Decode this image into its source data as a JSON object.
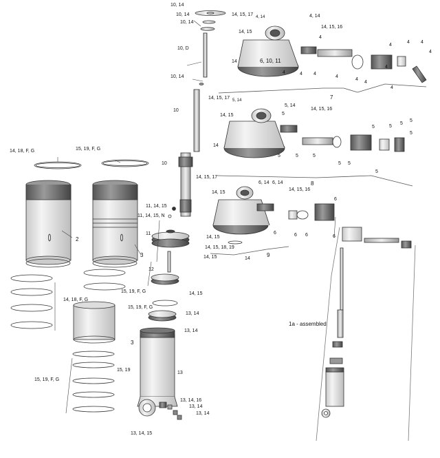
{
  "caption": "1a - assembled",
  "labels": [
    {
      "id": "l1",
      "text": "10, 14"
    },
    {
      "id": "l2",
      "text": "10, 14"
    },
    {
      "id": "l3",
      "text": "10, 14"
    },
    {
      "id": "l4",
      "text": "10, D"
    },
    {
      "id": "l5",
      "text": "10, 14"
    },
    {
      "id": "l6",
      "text": "10"
    },
    {
      "id": "l7",
      "text": "10"
    },
    {
      "id": "l8",
      "text": "11, 14, 15"
    },
    {
      "id": "l9",
      "text": "11, 14, 15, N"
    },
    {
      "id": "l10",
      "text": "11"
    },
    {
      "id": "l11",
      "text": "14, 15"
    },
    {
      "id": "l12",
      "text": "14, 15, 18, 19"
    },
    {
      "id": "l13",
      "text": "14, 15"
    },
    {
      "id": "l14",
      "text": "12"
    },
    {
      "id": "l15",
      "text": "14, 15"
    },
    {
      "id": "l16",
      "text": "13, 14"
    },
    {
      "id": "l17",
      "text": "13, 14"
    },
    {
      "id": "l18",
      "text": "13"
    },
    {
      "id": "l19",
      "text": "13, 14, 16"
    },
    {
      "id": "l20",
      "text": "13, 14"
    },
    {
      "id": "l21",
      "text": "13, 14"
    },
    {
      "id": "l22",
      "text": "13, 14, 15"
    },
    {
      "id": "l23",
      "text": "14, 18, F, G"
    },
    {
      "id": "l24",
      "text": "15, 19, F, G"
    },
    {
      "id": "l25",
      "text": "2"
    },
    {
      "id": "l26",
      "text": "3"
    },
    {
      "id": "l27",
      "text": "14, 18, F, G"
    },
    {
      "id": "l28",
      "text": "15, 19, F, G"
    },
    {
      "id": "l29",
      "text": "15, 19, F, G"
    },
    {
      "id": "l30",
      "text": "3"
    },
    {
      "id": "l31",
      "text": "15, 19"
    },
    {
      "id": "l32",
      "text": "15, 19, F, G"
    },
    {
      "id": "l33",
      "text": "14, 15, 17"
    },
    {
      "id": "l34",
      "text": "4, 14"
    },
    {
      "id": "l35",
      "text": "4, 14"
    },
    {
      "id": "l36",
      "text": "14, 15"
    },
    {
      "id": "l37",
      "text": "14, 15, 16"
    },
    {
      "id": "l38",
      "text": "4"
    },
    {
      "id": "l39",
      "text": "4"
    },
    {
      "id": "l40",
      "text": "4"
    },
    {
      "id": "l41",
      "text": "4"
    },
    {
      "id": "l42",
      "text": "4"
    },
    {
      "id": "l43",
      "text": "4"
    },
    {
      "id": "l44",
      "text": "4"
    },
    {
      "id": "l45",
      "text": "4"
    },
    {
      "id": "l46",
      "text": "4"
    },
    {
      "id": "l47",
      "text": "4"
    },
    {
      "id": "l48",
      "text": "4"
    },
    {
      "id": "l49",
      "text": "4"
    },
    {
      "id": "l50",
      "text": "4"
    },
    {
      "id": "l51",
      "text": "14"
    },
    {
      "id": "l52",
      "text": "6, 10, 11"
    },
    {
      "id": "l53",
      "text": "7"
    },
    {
      "id": "l54",
      "text": "14, 15, 17"
    },
    {
      "id": "l55",
      "text": "5, 14"
    },
    {
      "id": "l56",
      "text": "5, 14"
    },
    {
      "id": "l57",
      "text": "14, 15"
    },
    {
      "id": "l58",
      "text": "14, 15, 16"
    },
    {
      "id": "l59",
      "text": "5"
    },
    {
      "id": "l60",
      "text": "5"
    },
    {
      "id": "l61",
      "text": "5"
    },
    {
      "id": "l62",
      "text": "5"
    },
    {
      "id": "l63",
      "text": "5"
    },
    {
      "id": "l64",
      "text": "5"
    },
    {
      "id": "l65",
      "text": "5"
    },
    {
      "id": "l66",
      "text": "5"
    },
    {
      "id": "l67",
      "text": "5"
    },
    {
      "id": "l68",
      "text": "5"
    },
    {
      "id": "l69",
      "text": "5"
    },
    {
      "id": "l70",
      "text": "5"
    },
    {
      "id": "l71",
      "text": "14"
    },
    {
      "id": "l72",
      "text": "8"
    },
    {
      "id": "l73",
      "text": "14, 15, 17"
    },
    {
      "id": "l74",
      "text": "6, 14"
    },
    {
      "id": "l75",
      "text": "6, 14"
    },
    {
      "id": "l76",
      "text": "14, 15"
    },
    {
      "id": "l77",
      "text": "14, 15, 16"
    },
    {
      "id": "l78",
      "text": "6"
    },
    {
      "id": "l79",
      "text": "6"
    },
    {
      "id": "l80",
      "text": "6"
    },
    {
      "id": "l81",
      "text": "6"
    },
    {
      "id": "l82",
      "text": "6"
    },
    {
      "id": "l83",
      "text": "14"
    },
    {
      "id": "l84",
      "text": "9"
    }
  ]
}
